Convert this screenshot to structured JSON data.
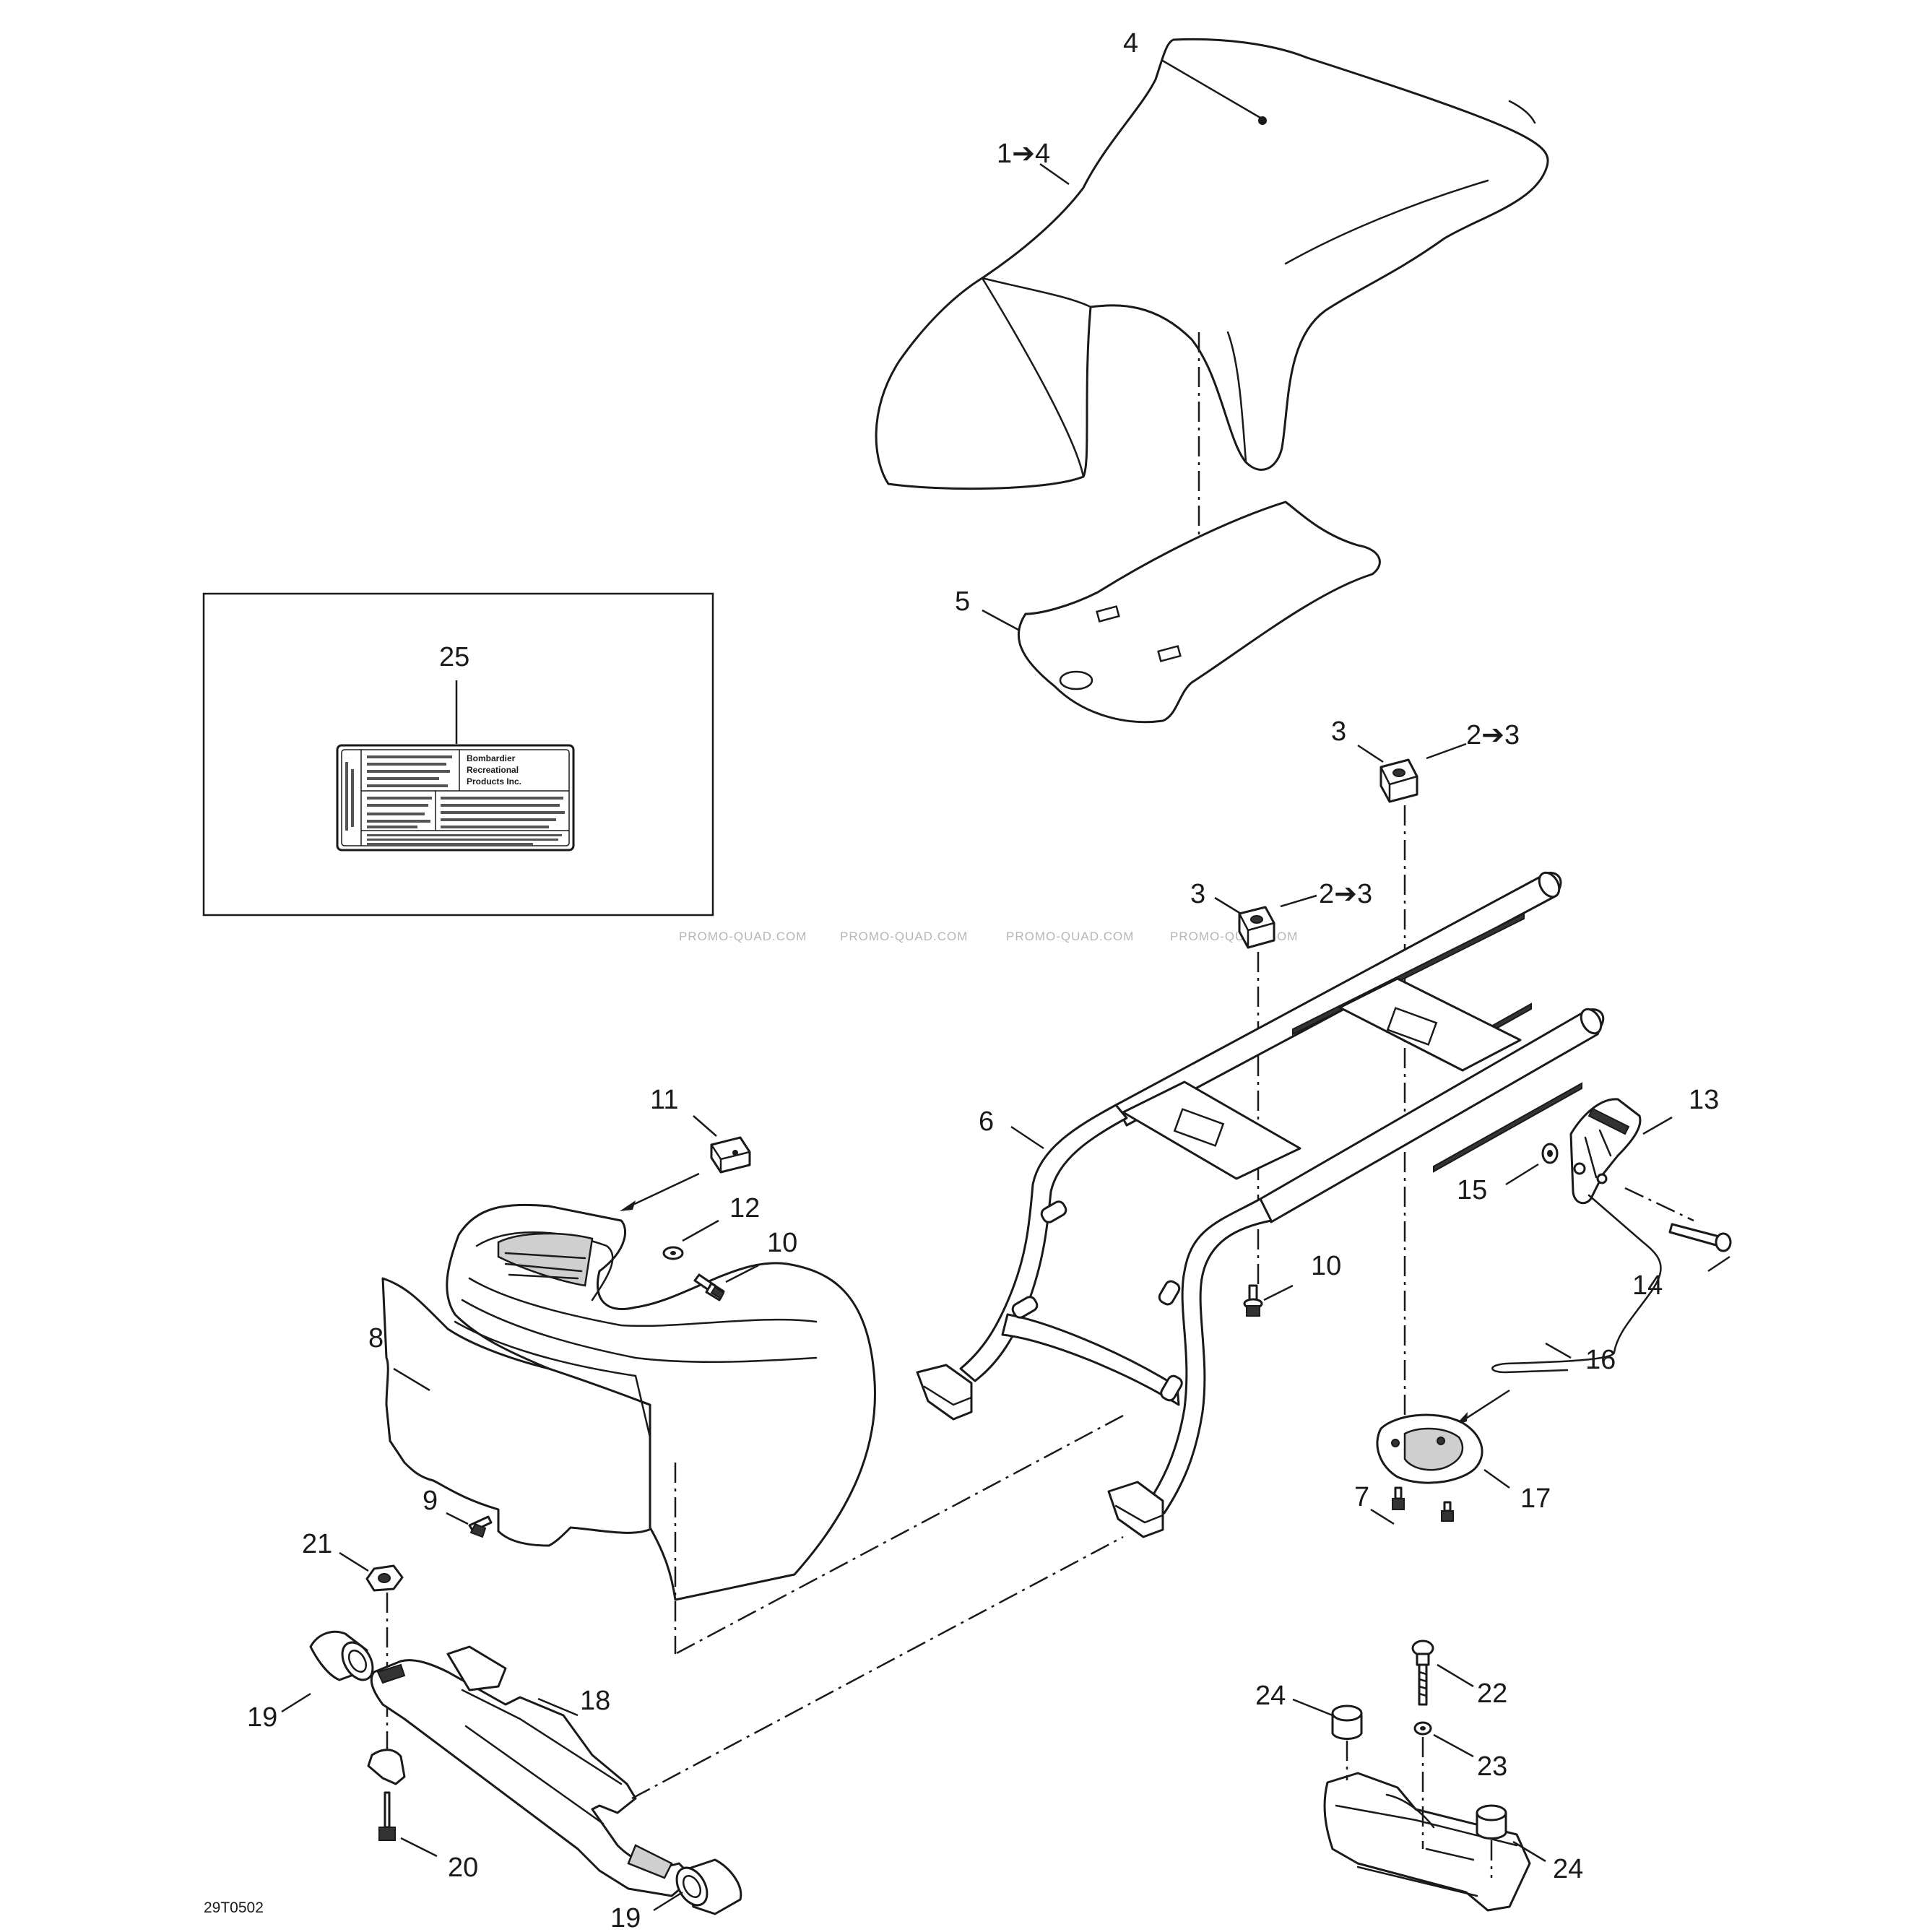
{
  "diagram": {
    "drawing_code": "29T0502",
    "watermark": "PROMO-QUAD.COM",
    "callouts": [
      {
        "id": "c4",
        "text": "4"
      },
      {
        "id": "c1-4",
        "text": "1➔4"
      },
      {
        "id": "c5",
        "text": "5"
      },
      {
        "id": "c25",
        "text": "25"
      },
      {
        "id": "c3a",
        "text": "3"
      },
      {
        "id": "c2-3a",
        "text": "2➔3"
      },
      {
        "id": "c3b",
        "text": "3"
      },
      {
        "id": "c2-3b",
        "text": "2➔3"
      },
      {
        "id": "c11",
        "text": "11"
      },
      {
        "id": "c12",
        "text": "12"
      },
      {
        "id": "c10a",
        "text": "10"
      },
      {
        "id": "c6",
        "text": "6"
      },
      {
        "id": "c13",
        "text": "13"
      },
      {
        "id": "c15",
        "text": "15"
      },
      {
        "id": "c14",
        "text": "14"
      },
      {
        "id": "c10b",
        "text": "10"
      },
      {
        "id": "c8",
        "text": "8"
      },
      {
        "id": "c16",
        "text": "16"
      },
      {
        "id": "c9",
        "text": "9"
      },
      {
        "id": "c7",
        "text": "7"
      },
      {
        "id": "c17",
        "text": "17"
      },
      {
        "id": "c21",
        "text": "21"
      },
      {
        "id": "c18",
        "text": "18"
      },
      {
        "id": "c19a",
        "text": "19"
      },
      {
        "id": "c22",
        "text": "22"
      },
      {
        "id": "c24a",
        "text": "24"
      },
      {
        "id": "c23",
        "text": "23"
      },
      {
        "id": "c24b",
        "text": "24"
      },
      {
        "id": "c20",
        "text": "20"
      },
      {
        "id": "c19b",
        "text": "19"
      }
    ],
    "emission_label": {
      "brand": [
        "Bombardier",
        "Recreational",
        "Products Inc."
      ]
    }
  }
}
